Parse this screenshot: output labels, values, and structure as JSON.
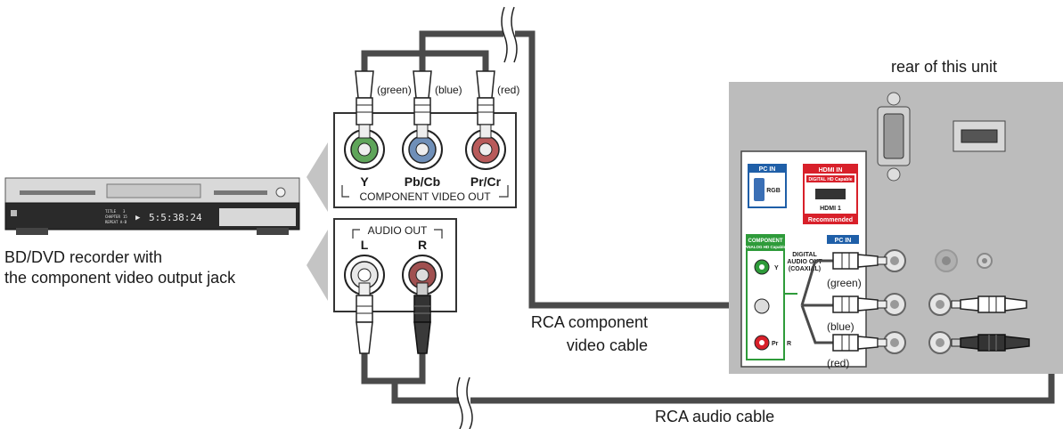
{
  "labels": {
    "rear_of_unit": "rear of this unit",
    "device_line1": "BD/DVD recorder with",
    "device_line2": "the component video output jack",
    "component_cable_line1": "RCA component",
    "component_cable_line2": "video cable",
    "audio_cable": "RCA audio cable"
  },
  "component_panel": {
    "plug_green": "(green)",
    "plug_blue": "(blue)",
    "plug_red": "(red)",
    "jack_y": "Y",
    "jack_pb": "Pb/Cb",
    "jack_pr": "Pr/Cr",
    "caption": "COMPONENT VIDEO OUT"
  },
  "audio_panel": {
    "caption": "AUDIO OUT",
    "jack_l": "L",
    "jack_r": "R"
  },
  "tv_panel": {
    "pc_in": "PC IN",
    "rgb": "RGB",
    "hdmi_in": "HDMI IN",
    "hdmi_capable": "DIGITAL HD Capable",
    "hdmi_1": "HDMI 1",
    "recommended": "Recommended",
    "component": "COMPONENT",
    "analog_hd": "ANALOG HD Capable",
    "digital_audio_1": "DIGITAL",
    "digital_audio_2": "AUDIO OUT",
    "digital_audio_3": "(COAXIAL)",
    "pc_in_2": "PC IN",
    "y": "Y",
    "pr": "Pr",
    "r": "R",
    "plug_green": "(green)",
    "plug_blue": "(blue)",
    "plug_red": "(red)"
  },
  "device_display": {
    "title": "TITLE",
    "title_num": "3",
    "chapter": "CHAPTER",
    "chapter_num": "15",
    "repeat": "REPEAT A-B",
    "play": "▶",
    "time": "5:5:38:24"
  },
  "colors": {
    "cable": "#4a4a4a",
    "panel": "#bcbcbc",
    "green": "#2e9b3a",
    "blue": "#1f5fa8",
    "red": "#d8202a"
  }
}
